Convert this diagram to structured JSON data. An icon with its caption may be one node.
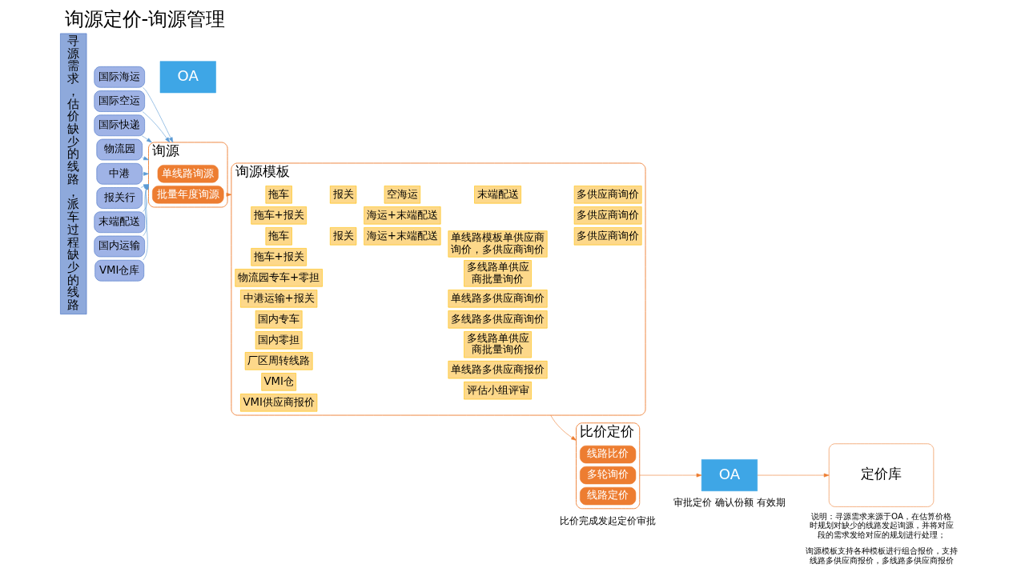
{
  "diagram": {
    "title": "询源定价-询源管理",
    "nodes": [
      {
        "text": [
          "寻源需求，估价缺少的线路，派车过程缺少的线路"
        ]
      },
      {
        "text": [
          "国际海运"
        ]
      },
      {
        "text": [
          "国际空运"
        ]
      },
      {
        "text": [
          "国际快递"
        ]
      },
      {
        "text": [
          "物流园"
        ]
      },
      {
        "text": [
          "中港"
        ]
      },
      {
        "text": [
          "报关行"
        ]
      },
      {
        "text": [
          "末端配送"
        ]
      },
      {
        "text": [
          "国内运输"
        ]
      },
      {
        "text": [
          "VMI仓库"
        ]
      },
      {
        "text": [
          "OA"
        ]
      },
      {
        "text": [
          "询源"
        ]
      },
      {
        "text": [
          "单线路询源"
        ],
        "in": 11
      },
      {
        "text": [
          "批量年度询源"
        ],
        "in": 11
      },
      {
        "text": [
          "询源模板"
        ]
      },
      {
        "text": [
          "拖车"
        ],
        "in": 14
      },
      {
        "text": [
          "报关"
        ],
        "in": 14
      },
      {
        "text": [
          "空海运"
        ],
        "in": 14
      },
      {
        "text": [
          "末端配送"
        ],
        "in": 14
      },
      {
        "text": [
          "多供应商询价"
        ],
        "in": 14
      },
      {
        "text": [
          "拖车+报关"
        ],
        "in": 14
      },
      {
        "text": [
          "海运+末端配送"
        ],
        "in": 14
      },
      {
        "text": [
          "多供应商询价"
        ],
        "in": 14
      },
      {
        "text": [
          "拖车"
        ],
        "in": 14
      },
      {
        "text": [
          "报关"
        ],
        "in": 14
      },
      {
        "text": [
          "海运+末端配送"
        ],
        "in": 14
      },
      {
        "text": [
          "多供应商询价"
        ],
        "in": 14
      },
      {
        "text": [
          "拖车+报关"
        ],
        "in": 14
      },
      {
        "text": [
          "单线路模板单供应商询价，多供应商询价"
        ],
        "in": 14
      },
      {
        "text": [
          "物流园专车+零担"
        ],
        "in": 14
      },
      {
        "text": [
          "多线路单供应商批量询价"
        ],
        "in": 14
      },
      {
        "text": [
          "中港运输+报关"
        ],
        "in": 14
      },
      {
        "text": [
          "单线路多供应商询价"
        ],
        "in": 14
      },
      {
        "text": [
          "国内专车"
        ],
        "in": 14
      },
      {
        "text": [
          "多线路多供应商询价"
        ],
        "in": 14
      },
      {
        "text": [
          "国内零担"
        ],
        "in": 14
      },
      {
        "text": [
          "多线路单供应商批量询价"
        ],
        "in": 14
      },
      {
        "text": [
          "厂区周转线路"
        ],
        "in": 14
      },
      {
        "text": [
          "单线路多供应商报价"
        ],
        "in": 14
      },
      {
        "text": [
          "VMI仓"
        ],
        "in": 14
      },
      {
        "text": [
          "评估小组评审"
        ],
        "in": 14
      },
      {
        "text": [
          "VMI供应商报价"
        ],
        "in": 14
      },
      {
        "text": [
          "比价定价"
        ],
        "beside": [
          "比价完成发起定价审批"
        ]
      },
      {
        "text": [
          "线路比价"
        ],
        "in": 42
      },
      {
        "text": [
          "多轮询价"
        ],
        "in": 42
      },
      {
        "text": [
          "线路定价"
        ],
        "in": 42
      },
      {
        "text": [
          "OA"
        ],
        "beside": [
          "审批定价 确认份额 有效期"
        ]
      },
      {
        "text": [
          "定价库"
        ]
      }
    ],
    "edges": [
      {
        "from": 1,
        "to": 11,
        "arrow": "to"
      },
      {
        "from": 2,
        "to": 11,
        "arrow": "to"
      },
      {
        "from": 3,
        "to": 11,
        "arrow": "to"
      },
      {
        "from": 4,
        "to": 11,
        "arrow": "to"
      },
      {
        "from": 5,
        "to": 11,
        "arrow": "to"
      },
      {
        "from": 6,
        "to": 11,
        "arrow": "to"
      },
      {
        "from": 7,
        "to": 11,
        "arrow": "to"
      },
      {
        "from": 8,
        "to": 11,
        "arrow": "to"
      },
      {
        "from": 9,
        "to": 11,
        "arrow": "to"
      },
      {
        "from": 11,
        "to": 14,
        "arrow": "to",
        "color": "#ed7d31"
      },
      {
        "from": 14,
        "to": 42,
        "arrow": "to",
        "color": "#ed7d31"
      },
      {
        "from": 42,
        "to": 46,
        "arrow": "to",
        "color": "#ed7d31"
      },
      {
        "from": 46,
        "to": 47,
        "arrow": "to",
        "color": "#ed7d31"
      }
    ],
    "labels": [
      "说明：寻源需求来源于OA，在估算价格时规划对缺少的线路发起询源，并将对应段的需求发给对应的规划进行处理；",
      "询源模板支持各种模板进行组合报价，支持线路多供应商报价，多线路多供应商报价"
    ]
  }
}
